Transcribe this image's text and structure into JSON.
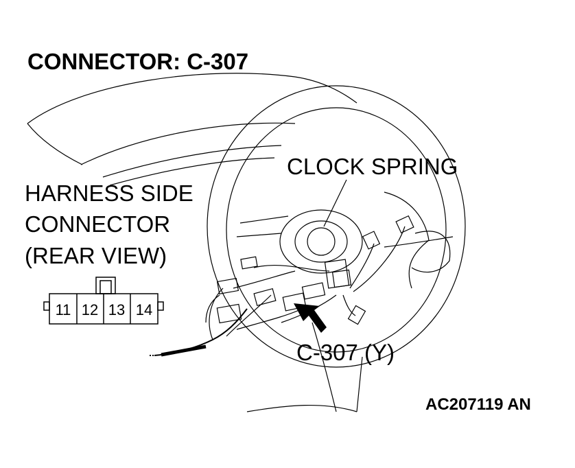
{
  "title": "CONNECTOR: C-307",
  "harness_label": {
    "line1": "HARNESS SIDE",
    "line2": "CONNECTOR",
    "line3": "(REAR VIEW)"
  },
  "clock_spring_label": "CLOCK SPRING",
  "connector_callout": "C-307 (Y)",
  "figure_code": "AC207119 AN",
  "pins": [
    "11",
    "12",
    "13",
    "14"
  ],
  "colors": {
    "ink": "#000000",
    "paper": "#ffffff"
  }
}
